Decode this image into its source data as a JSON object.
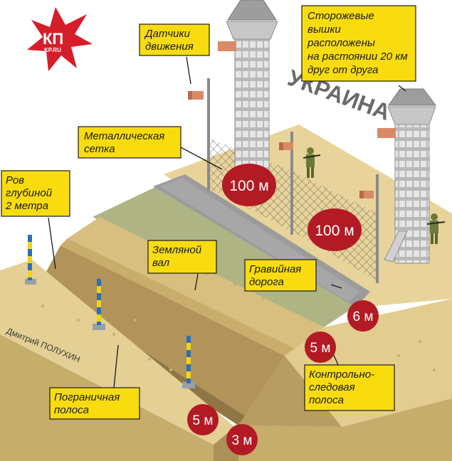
{
  "logo": {
    "main": "КП",
    "sub": "KP.RU"
  },
  "country_label": "УКРАИНА",
  "author": "Дмитрий ПОЛУХИН",
  "callouts": {
    "motion_sensors": [
      "Датчики",
      "движения"
    ],
    "watchtowers": [
      "Сторожевые",
      "вышки",
      "расположены",
      "на растоянии 20 км",
      "друг от друга"
    ],
    "metal_mesh": [
      "Металлическая",
      "сетка"
    ],
    "ditch": [
      "Ров",
      "глубиной",
      "2 метра"
    ],
    "earth_rampart": [
      "Земляной",
      "вал"
    ],
    "gravel_road": [
      "Гравийная",
      "дорога"
    ],
    "control_strip": [
      "Контрольно-",
      "следовая",
      "полоса"
    ],
    "border_strip": [
      "Пограничная",
      "полоса"
    ]
  },
  "dimensions": {
    "mesh_upper": "100 м",
    "mesh_lower": "100 м",
    "road": "6 м",
    "control": "5 м",
    "border": "5 м",
    "ditch": "3 м"
  },
  "colors": {
    "callout_fill": "#f8dc0f",
    "dimension_badge": "#b21a24",
    "sand_top": "#e4cf94",
    "sand_side": "#c7ad6b",
    "road": "#9a9a9a",
    "grass": "#aeb483"
  }
}
